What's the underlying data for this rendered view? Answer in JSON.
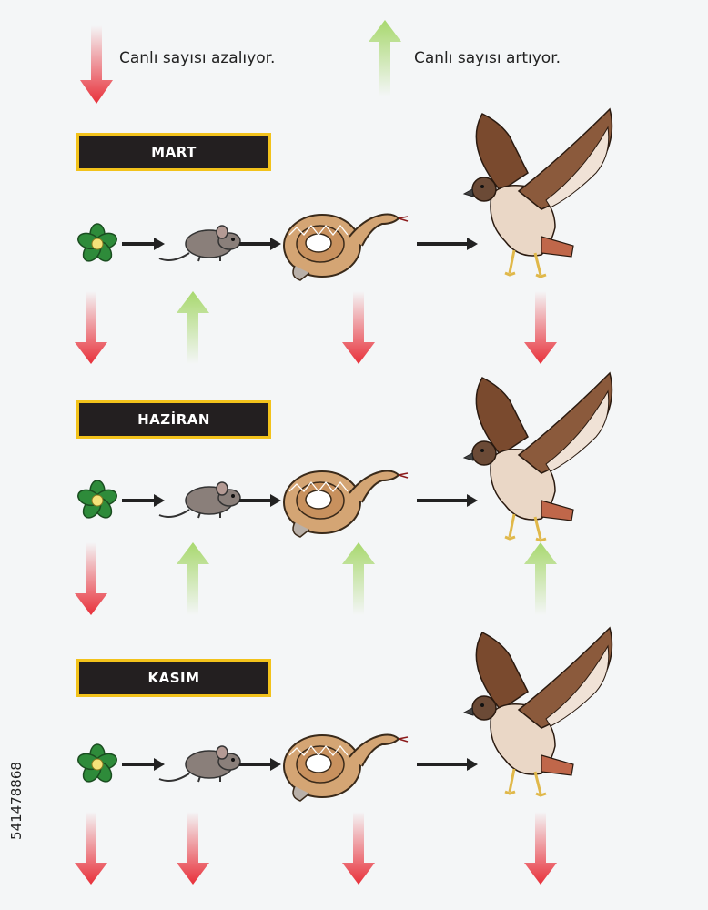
{
  "legend": {
    "decrease_text": "Canlı sayısı azalıyor.",
    "increase_text": "Canlı sayısı artıyor.",
    "decrease_color": "#e8303a",
    "increase_color": "#a8d86e"
  },
  "rows": [
    {
      "month": "MART",
      "trends": {
        "plant": "down",
        "mouse": "up",
        "snake": "down",
        "hawk": "down"
      }
    },
    {
      "month": "HAZİRAN",
      "trends": {
        "plant": "down",
        "mouse": "up",
        "snake": "up",
        "hawk": "up"
      }
    },
    {
      "month": "KASIM",
      "trends": {
        "plant": "down",
        "mouse": "down",
        "snake": "down",
        "hawk": "down"
      }
    }
  ],
  "food_chain": [
    "plant",
    "mouse",
    "snake",
    "hawk"
  ],
  "stock_id": "541478868",
  "colors": {
    "label_bg": "#231f20",
    "label_border": "#f2c21b",
    "hawk_brown": "#8b5a3c",
    "snake_tan": "#d4a574",
    "mouse_gray": "#8a7f7a",
    "plant_green": "#2e8b3a"
  }
}
